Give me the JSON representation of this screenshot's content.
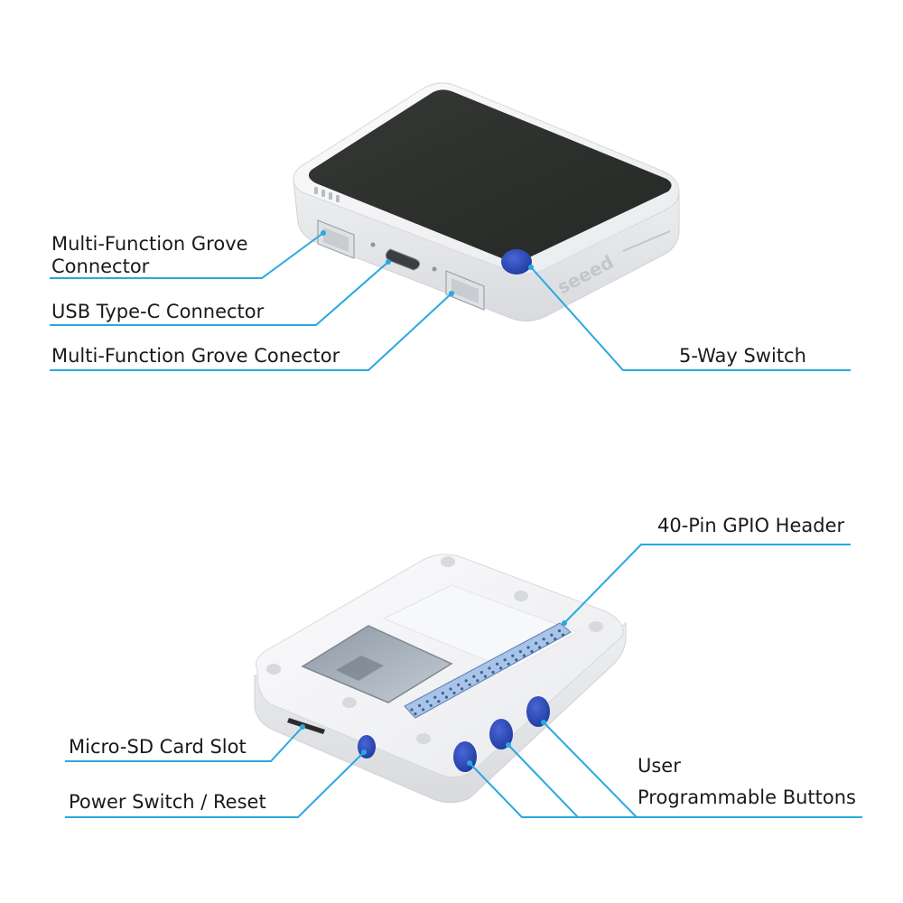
{
  "labels": {
    "grove_left_line1": "Multi-Function Grove",
    "grove_left_line2": "Connector",
    "usb_c": "USB Type-C Connector",
    "grove_right": "Multi-Function Grove Conector",
    "five_way": "5-Way Switch",
    "gpio_header": "40-Pin GPIO Header",
    "micro_sd": "Micro-SD Card Slot",
    "power_switch": "Power Switch / Reset",
    "user_buttons_line1": "User",
    "user_buttons_line2": "Programmable Buttons"
  },
  "brand_text": "seeed",
  "colors": {
    "leader": "#29a8e0",
    "case": "#f2f3f5",
    "screen": "#2e312e",
    "button": "#2a47b8",
    "gpio": "#a8c4e6"
  }
}
